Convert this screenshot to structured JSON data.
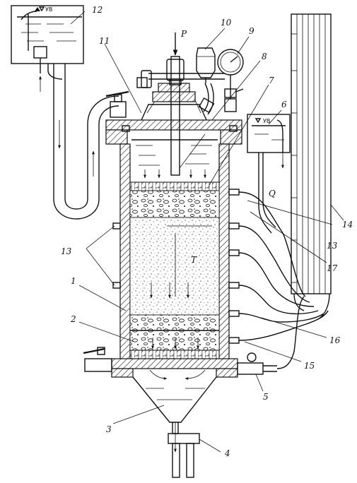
{
  "labels": {
    "n1": "1",
    "n2": "2",
    "n3": "3",
    "n4": "4",
    "n5": "5",
    "n6": "6",
    "n7": "7",
    "n8": "8",
    "n9": "9",
    "n10": "10",
    "n11": "11",
    "n12": "12",
    "n13a": "13",
    "n13b": "13",
    "n14": "14",
    "n15": "15",
    "n16": "16",
    "n17": "17",
    "P": "P",
    "T": "T",
    "Q": "Q",
    "uv_top": "УВ",
    "uv_right": "УВ"
  }
}
